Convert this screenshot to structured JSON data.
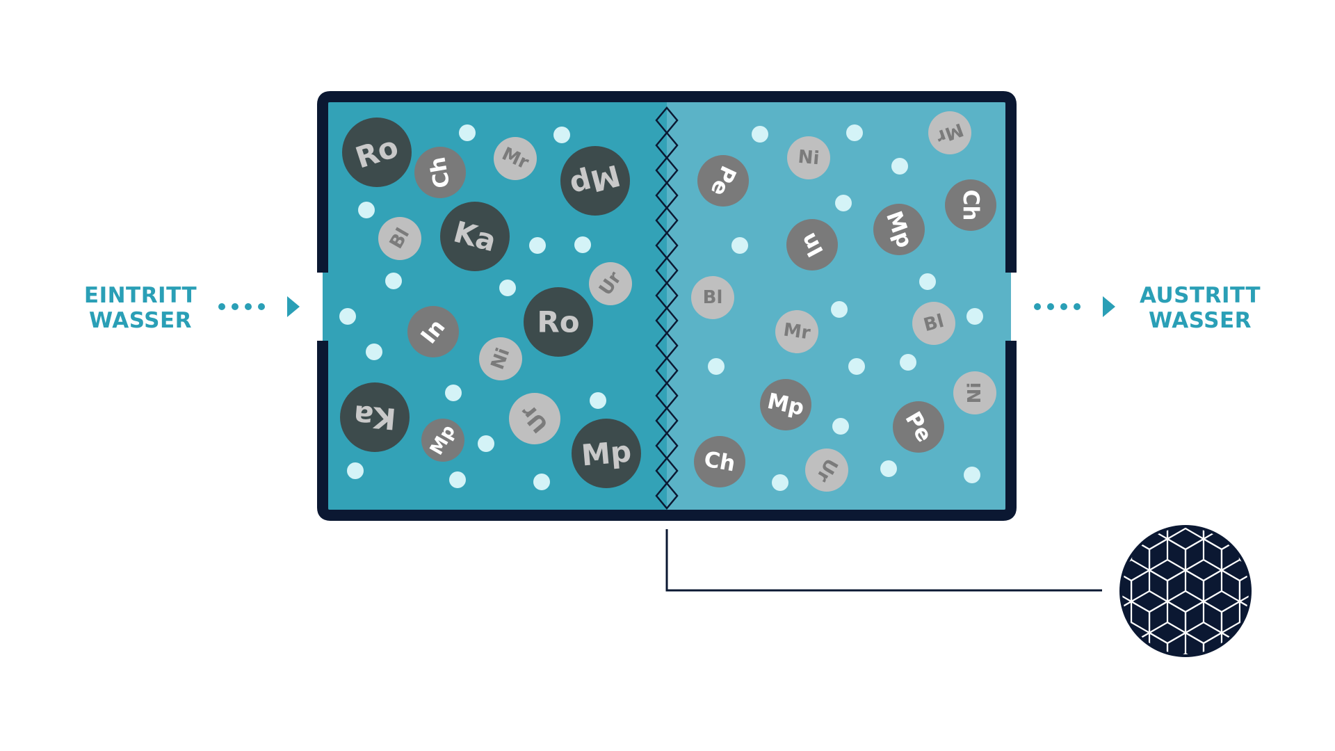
{
  "colors": {
    "inlet_chamber": "#33a2b7",
    "outlet_chamber": "#5bb3c7",
    "tank_frame": "#0b1832",
    "accent_text": "#2a9fb6",
    "water_molecule": "#d4f3f7",
    "contaminant_dark": "#3d4b4c",
    "contaminant_medium": "#7a7a7a",
    "contaminant_light": "#bfbfbf",
    "contaminant_label_on_dark": "#c9c9c9",
    "contaminant_label_on_medium": "#ffffff",
    "contaminant_label_on_light": "#7b7b7b",
    "filter_badge": "#0b1832"
  },
  "labels": {
    "inlet": [
      "EINTRITT",
      "WASSER"
    ],
    "outlet": [
      "AUSTRITT",
      "WASSER"
    ]
  },
  "icons": {
    "inlet_arrow": "dotted-arrow-right-icon",
    "outlet_arrow": "dotted-arrow-right-icon",
    "membrane": "zigzag-membrane",
    "filter_badge": "hexagonal-cube-lattice-icon"
  },
  "contaminants": {
    "inlet_side": [
      {
        "label": "Ro",
        "tone": "dark"
      },
      {
        "label": "Ch",
        "tone": "medium"
      },
      {
        "label": "Mr",
        "tone": "light"
      },
      {
        "label": "Mp",
        "tone": "dark"
      },
      {
        "label": "Bl",
        "tone": "light"
      },
      {
        "label": "Ka",
        "tone": "dark"
      },
      {
        "label": "Ur",
        "tone": "light"
      },
      {
        "label": "Ro",
        "tone": "dark"
      },
      {
        "label": "In",
        "tone": "medium"
      },
      {
        "label": "Ni",
        "tone": "light"
      },
      {
        "label": "Ka",
        "tone": "dark"
      },
      {
        "label": "Mp",
        "tone": "medium"
      },
      {
        "label": "Ur",
        "tone": "light"
      },
      {
        "label": "Mp",
        "tone": "dark"
      }
    ],
    "outlet_side": [
      {
        "label": "Pe",
        "tone": "medium"
      },
      {
        "label": "Ni",
        "tone": "light"
      },
      {
        "label": "Mr",
        "tone": "light"
      },
      {
        "label": "Ch",
        "tone": "medium"
      },
      {
        "label": "In",
        "tone": "medium"
      },
      {
        "label": "Mp",
        "tone": "medium"
      },
      {
        "label": "Bl",
        "tone": "light"
      },
      {
        "label": "Mr",
        "tone": "light"
      },
      {
        "label": "Bl",
        "tone": "light"
      },
      {
        "label": "Ni",
        "tone": "light"
      },
      {
        "label": "Mp",
        "tone": "medium"
      },
      {
        "label": "Pe",
        "tone": "medium"
      },
      {
        "label": "Ch",
        "tone": "medium"
      },
      {
        "label": "Ur",
        "tone": "light"
      }
    ]
  }
}
